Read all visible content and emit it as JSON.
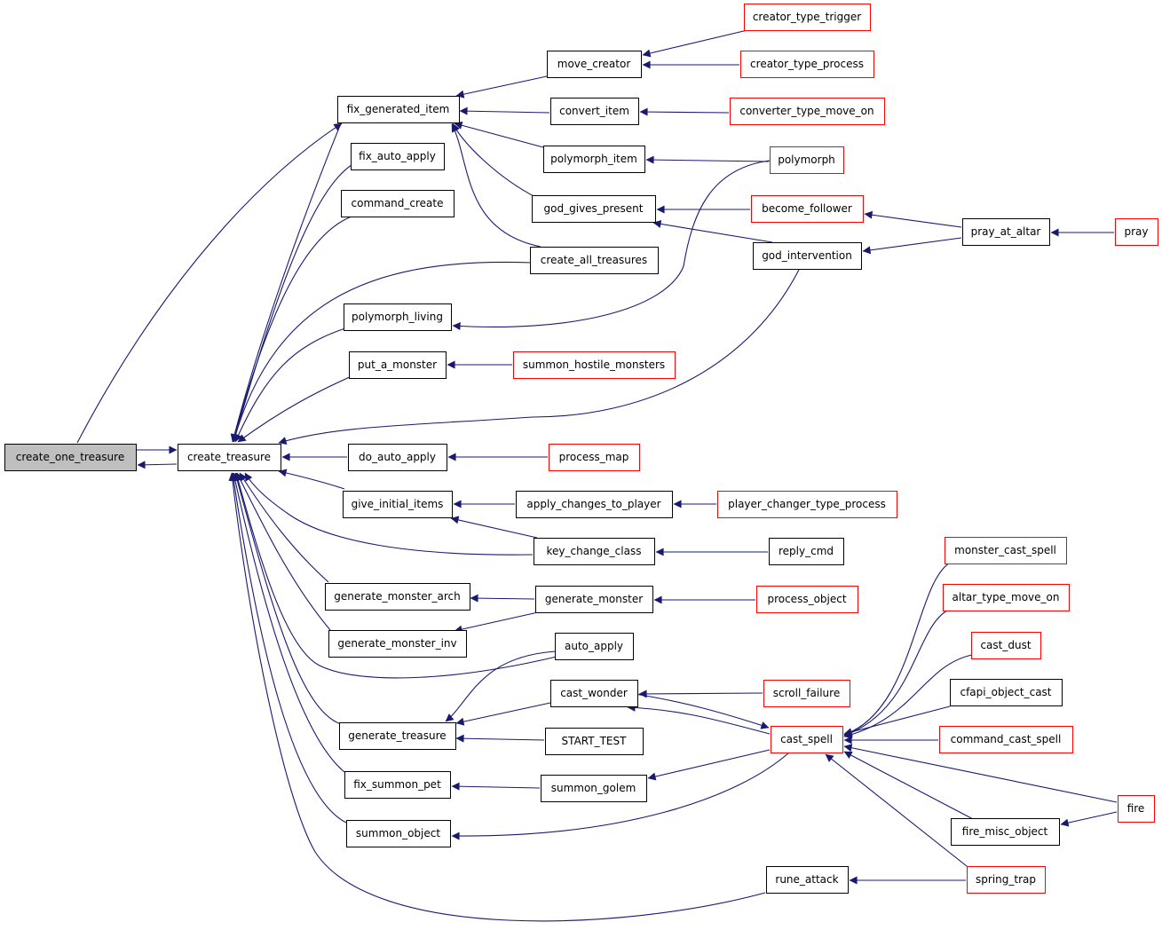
{
  "colors": {
    "edge": "#191970",
    "node_border_black": "#000000",
    "node_border_red": "#ff0000",
    "focus_fill": "#bfbfbf",
    "node_fill": "#ffffff"
  },
  "nodes": [
    {
      "id": "create_one_treasure",
      "label": "create_one_treasure",
      "style": "focus"
    },
    {
      "id": "create_treasure",
      "label": "create_treasure",
      "style": "black"
    },
    {
      "id": "fix_generated_item",
      "label": "fix_generated_item",
      "style": "black"
    },
    {
      "id": "fix_auto_apply",
      "label": "fix_auto_apply",
      "style": "black"
    },
    {
      "id": "command_create",
      "label": "command_create",
      "style": "black"
    },
    {
      "id": "polymorph_living",
      "label": "polymorph_living",
      "style": "black"
    },
    {
      "id": "put_a_monster",
      "label": "put_a_monster",
      "style": "black"
    },
    {
      "id": "do_auto_apply",
      "label": "do_auto_apply",
      "style": "black"
    },
    {
      "id": "give_initial_items",
      "label": "give_initial_items",
      "style": "black"
    },
    {
      "id": "generate_monster_arch",
      "label": "generate_monster_arch",
      "style": "black"
    },
    {
      "id": "generate_monster_inv",
      "label": "generate_monster_inv",
      "style": "black"
    },
    {
      "id": "generate_treasure",
      "label": "generate_treasure",
      "style": "black"
    },
    {
      "id": "fix_summon_pet",
      "label": "fix_summon_pet",
      "style": "black"
    },
    {
      "id": "summon_object",
      "label": "summon_object",
      "style": "black"
    },
    {
      "id": "move_creator",
      "label": "move_creator",
      "style": "black"
    },
    {
      "id": "convert_item",
      "label": "convert_item",
      "style": "black"
    },
    {
      "id": "polymorph_item",
      "label": "polymorph_item",
      "style": "black"
    },
    {
      "id": "god_gives_present",
      "label": "god_gives_present",
      "style": "black"
    },
    {
      "id": "create_all_treasures",
      "label": "create_all_treasures",
      "style": "black"
    },
    {
      "id": "summon_hostile_monsters",
      "label": "summon_hostile_monsters",
      "style": "red"
    },
    {
      "id": "process_map",
      "label": "process_map",
      "style": "red"
    },
    {
      "id": "apply_changes_to_player",
      "label": "apply_changes_to_player",
      "style": "black"
    },
    {
      "id": "key_change_class",
      "label": "key_change_class",
      "style": "black"
    },
    {
      "id": "generate_monster",
      "label": "generate_monster",
      "style": "black"
    },
    {
      "id": "auto_apply",
      "label": "auto_apply",
      "style": "black"
    },
    {
      "id": "cast_wonder",
      "label": "cast_wonder",
      "style": "black"
    },
    {
      "id": "START_TEST",
      "label": "START_TEST",
      "style": "black"
    },
    {
      "id": "summon_golem",
      "label": "summon_golem",
      "style": "black"
    },
    {
      "id": "creator_type_trigger",
      "label": "creator_type_trigger",
      "style": "red"
    },
    {
      "id": "creator_type_process",
      "label": "creator_type_process",
      "style": "red"
    },
    {
      "id": "converter_type_move_on",
      "label": "converter_type_move_on",
      "style": "red"
    },
    {
      "id": "polymorph",
      "label": "polymorph",
      "style": "red"
    },
    {
      "id": "become_follower",
      "label": "become_follower",
      "style": "red"
    },
    {
      "id": "god_intervention",
      "label": "god_intervention",
      "style": "black"
    },
    {
      "id": "player_changer_type_process",
      "label": "player_changer_type_process",
      "style": "red"
    },
    {
      "id": "reply_cmd",
      "label": "reply_cmd",
      "style": "black"
    },
    {
      "id": "process_object",
      "label": "process_object",
      "style": "red"
    },
    {
      "id": "scroll_failure",
      "label": "scroll_failure",
      "style": "red"
    },
    {
      "id": "cast_spell",
      "label": "cast_spell",
      "style": "red"
    },
    {
      "id": "rune_attack",
      "label": "rune_attack",
      "style": "black"
    },
    {
      "id": "pray_at_altar",
      "label": "pray_at_altar",
      "style": "black"
    },
    {
      "id": "pray",
      "label": "pray",
      "style": "red"
    },
    {
      "id": "monster_cast_spell",
      "label": "monster_cast_spell",
      "style": "red"
    },
    {
      "id": "altar_type_move_on",
      "label": "altar_type_move_on",
      "style": "red"
    },
    {
      "id": "cast_dust",
      "label": "cast_dust",
      "style": "red"
    },
    {
      "id": "cfapi_object_cast",
      "label": "cfapi_object_cast",
      "style": "black"
    },
    {
      "id": "command_cast_spell",
      "label": "command_cast_spell",
      "style": "red"
    },
    {
      "id": "fire_misc_object",
      "label": "fire_misc_object",
      "style": "black"
    },
    {
      "id": "spring_trap",
      "label": "spring_trap",
      "style": "red"
    },
    {
      "id": "fire",
      "label": "fire",
      "style": "red"
    }
  ],
  "edges": [
    {
      "from": "create_treasure",
      "to": "create_one_treasure"
    },
    {
      "from": "create_one_treasure",
      "to": "create_treasure"
    },
    {
      "from": "create_one_treasure",
      "to": "fix_generated_item"
    },
    {
      "from": "fix_generated_item",
      "to": "create_treasure"
    },
    {
      "from": "fix_auto_apply",
      "to": "create_treasure"
    },
    {
      "from": "command_create",
      "to": "create_treasure"
    },
    {
      "from": "create_all_treasures",
      "to": "create_treasure"
    },
    {
      "from": "polymorph_living",
      "to": "create_treasure"
    },
    {
      "from": "put_a_monster",
      "to": "create_treasure"
    },
    {
      "from": "god_intervention",
      "to": "create_treasure"
    },
    {
      "from": "do_auto_apply",
      "to": "create_treasure"
    },
    {
      "from": "give_initial_items",
      "to": "create_treasure"
    },
    {
      "from": "key_change_class",
      "to": "create_treasure"
    },
    {
      "from": "generate_monster_arch",
      "to": "create_treasure"
    },
    {
      "from": "generate_monster_inv",
      "to": "create_treasure"
    },
    {
      "from": "auto_apply",
      "to": "create_treasure"
    },
    {
      "from": "generate_treasure",
      "to": "create_treasure"
    },
    {
      "from": "fix_summon_pet",
      "to": "create_treasure"
    },
    {
      "from": "summon_object",
      "to": "create_treasure"
    },
    {
      "from": "rune_attack",
      "to": "create_treasure"
    },
    {
      "from": "move_creator",
      "to": "fix_generated_item"
    },
    {
      "from": "convert_item",
      "to": "fix_generated_item"
    },
    {
      "from": "polymorph_item",
      "to": "fix_generated_item"
    },
    {
      "from": "god_gives_present",
      "to": "fix_generated_item"
    },
    {
      "from": "create_all_treasures",
      "to": "fix_generated_item"
    },
    {
      "from": "polymorph",
      "to": "polymorph_living"
    },
    {
      "from": "summon_hostile_monsters",
      "to": "put_a_monster"
    },
    {
      "from": "process_map",
      "to": "do_auto_apply"
    },
    {
      "from": "apply_changes_to_player",
      "to": "give_initial_items"
    },
    {
      "from": "key_change_class",
      "to": "give_initial_items"
    },
    {
      "from": "generate_monster",
      "to": "generate_monster_arch"
    },
    {
      "from": "generate_monster",
      "to": "generate_monster_inv"
    },
    {
      "from": "auto_apply",
      "to": "generate_treasure"
    },
    {
      "from": "cast_wonder",
      "to": "generate_treasure"
    },
    {
      "from": "START_TEST",
      "to": "generate_treasure"
    },
    {
      "from": "summon_golem",
      "to": "fix_summon_pet"
    },
    {
      "from": "cast_spell",
      "to": "summon_object"
    },
    {
      "from": "creator_type_trigger",
      "to": "move_creator"
    },
    {
      "from": "creator_type_process",
      "to": "move_creator"
    },
    {
      "from": "converter_type_move_on",
      "to": "convert_item"
    },
    {
      "from": "polymorph",
      "to": "polymorph_item"
    },
    {
      "from": "become_follower",
      "to": "god_gives_present"
    },
    {
      "from": "god_intervention",
      "to": "god_gives_present"
    },
    {
      "from": "player_changer_type_process",
      "to": "apply_changes_to_player"
    },
    {
      "from": "reply_cmd",
      "to": "key_change_class"
    },
    {
      "from": "process_object",
      "to": "generate_monster"
    },
    {
      "from": "scroll_failure",
      "to": "cast_wonder"
    },
    {
      "from": "cast_spell",
      "to": "cast_wonder"
    },
    {
      "from": "cast_wonder",
      "to": "cast_spell"
    },
    {
      "from": "cast_spell",
      "to": "summon_golem"
    },
    {
      "from": "pray_at_altar",
      "to": "become_follower"
    },
    {
      "from": "pray_at_altar",
      "to": "god_intervention"
    },
    {
      "from": "pray",
      "to": "pray_at_altar"
    },
    {
      "from": "monster_cast_spell",
      "to": "cast_spell"
    },
    {
      "from": "altar_type_move_on",
      "to": "cast_spell"
    },
    {
      "from": "cast_dust",
      "to": "cast_spell"
    },
    {
      "from": "cfapi_object_cast",
      "to": "cast_spell"
    },
    {
      "from": "command_cast_spell",
      "to": "cast_spell"
    },
    {
      "from": "fire",
      "to": "cast_spell"
    },
    {
      "from": "fire_misc_object",
      "to": "cast_spell"
    },
    {
      "from": "spring_trap",
      "to": "cast_spell"
    },
    {
      "from": "spring_trap",
      "to": "rune_attack"
    },
    {
      "from": "fire",
      "to": "fire_misc_object"
    }
  ]
}
